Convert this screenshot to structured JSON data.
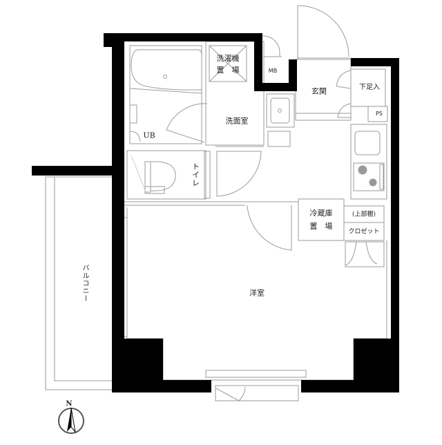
{
  "floorplan": {
    "colors": {
      "wall": "#000000",
      "line": "#9a9a9a",
      "background": "#ffffff",
      "text": "#222222"
    },
    "rooms": {
      "unit_bath": {
        "label": "UB"
      },
      "washer_space": {
        "line1": "洗濯機",
        "line2": "置　場"
      },
      "meter_box": {
        "label": "MB"
      },
      "entrance": {
        "label": "玄関"
      },
      "shoe_closet": {
        "label": "下足入"
      },
      "pipe_space": {
        "label": "PS"
      },
      "washroom": {
        "label": "洗面室"
      },
      "toilet": {
        "label": "トイレ"
      },
      "fridge_space": {
        "line1": "冷蔵庫",
        "line2": "置　場"
      },
      "upper_shelf": {
        "label": "(上部棚)"
      },
      "closet": {
        "label": "クロゼット"
      },
      "western_room": {
        "label": "洋室"
      },
      "balcony": {
        "label": "バルコニー"
      }
    },
    "compass": {
      "label": "N",
      "icon": "north-arrow-icon"
    }
  }
}
